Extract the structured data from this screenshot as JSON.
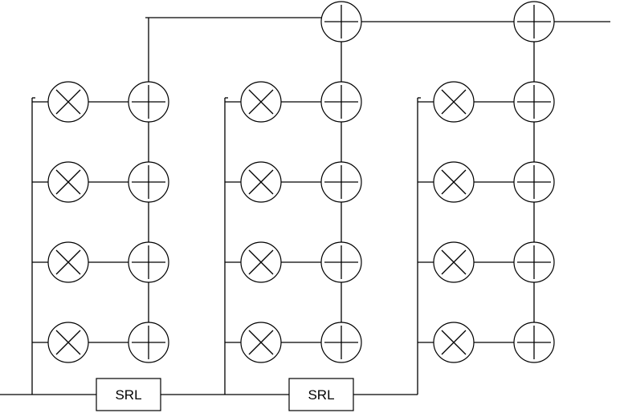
{
  "diagram": {
    "stages": [
      {
        "delay_label": "SRL",
        "taps": 4
      },
      {
        "delay_label": "SRL",
        "taps": 4
      },
      {
        "taps": 4
      }
    ],
    "multiplier_icon": "circle-times",
    "adder_icon": "circle-plus",
    "line_color": "#000000"
  }
}
